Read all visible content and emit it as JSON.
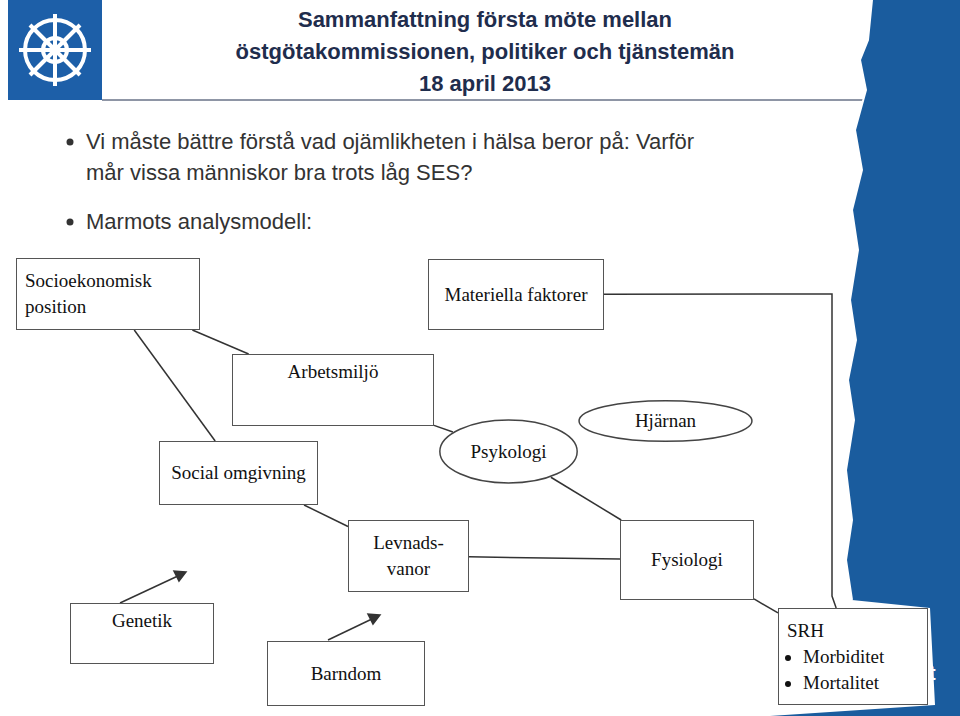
{
  "diagram": {
    "title": "Sammanfattning första möte mellan östgötakommissionen, politiker och tjänstemän",
    "nodes": [
      {
        "text": [
          "Socioekonomisk position"
        ]
      },
      {
        "text": [
          "Materiella faktorer"
        ]
      },
      {
        "text": [
          "Arbetsmiljö"
        ]
      },
      {
        "text": [
          "Social omgivning"
        ]
      },
      {
        "text": [
          "Psykologi"
        ]
      },
      {
        "text": [
          "Hjärnan"
        ]
      },
      {
        "text": [
          "Levnads- vanor"
        ]
      },
      {
        "text": [
          "Fysiologi"
        ]
      },
      {
        "text": [
          "Genetik"
        ]
      },
      {
        "text": [
          "Barndom"
        ]
      },
      {
        "text": [
          "SRH",
          "Morbiditet",
          "Mortalitet"
        ]
      }
    ],
    "edges": [
      {
        "from": 0,
        "to": 2,
        "arrow": "none"
      },
      {
        "from": 0,
        "to": 3,
        "arrow": "none"
      },
      {
        "from": 2,
        "to": 4,
        "arrow": "none"
      },
      {
        "from": 3,
        "to": 6,
        "arrow": "none"
      },
      {
        "from": 4,
        "to": 7,
        "arrow": "none"
      },
      {
        "from": 6,
        "to": 7,
        "arrow": "none"
      },
      {
        "from": 7,
        "to": 10,
        "arrow": "none"
      },
      {
        "from": 1,
        "to": 10,
        "arrow": "none"
      }
    ],
    "labels": [
      "18 april 2013",
      "Vi måste bättre förstå vad ojämlikheten i hälsa beror på: Varför mår vissa människor bra trots låg SES?",
      "Marmots analysmodell:",
      "et"
    ]
  }
}
